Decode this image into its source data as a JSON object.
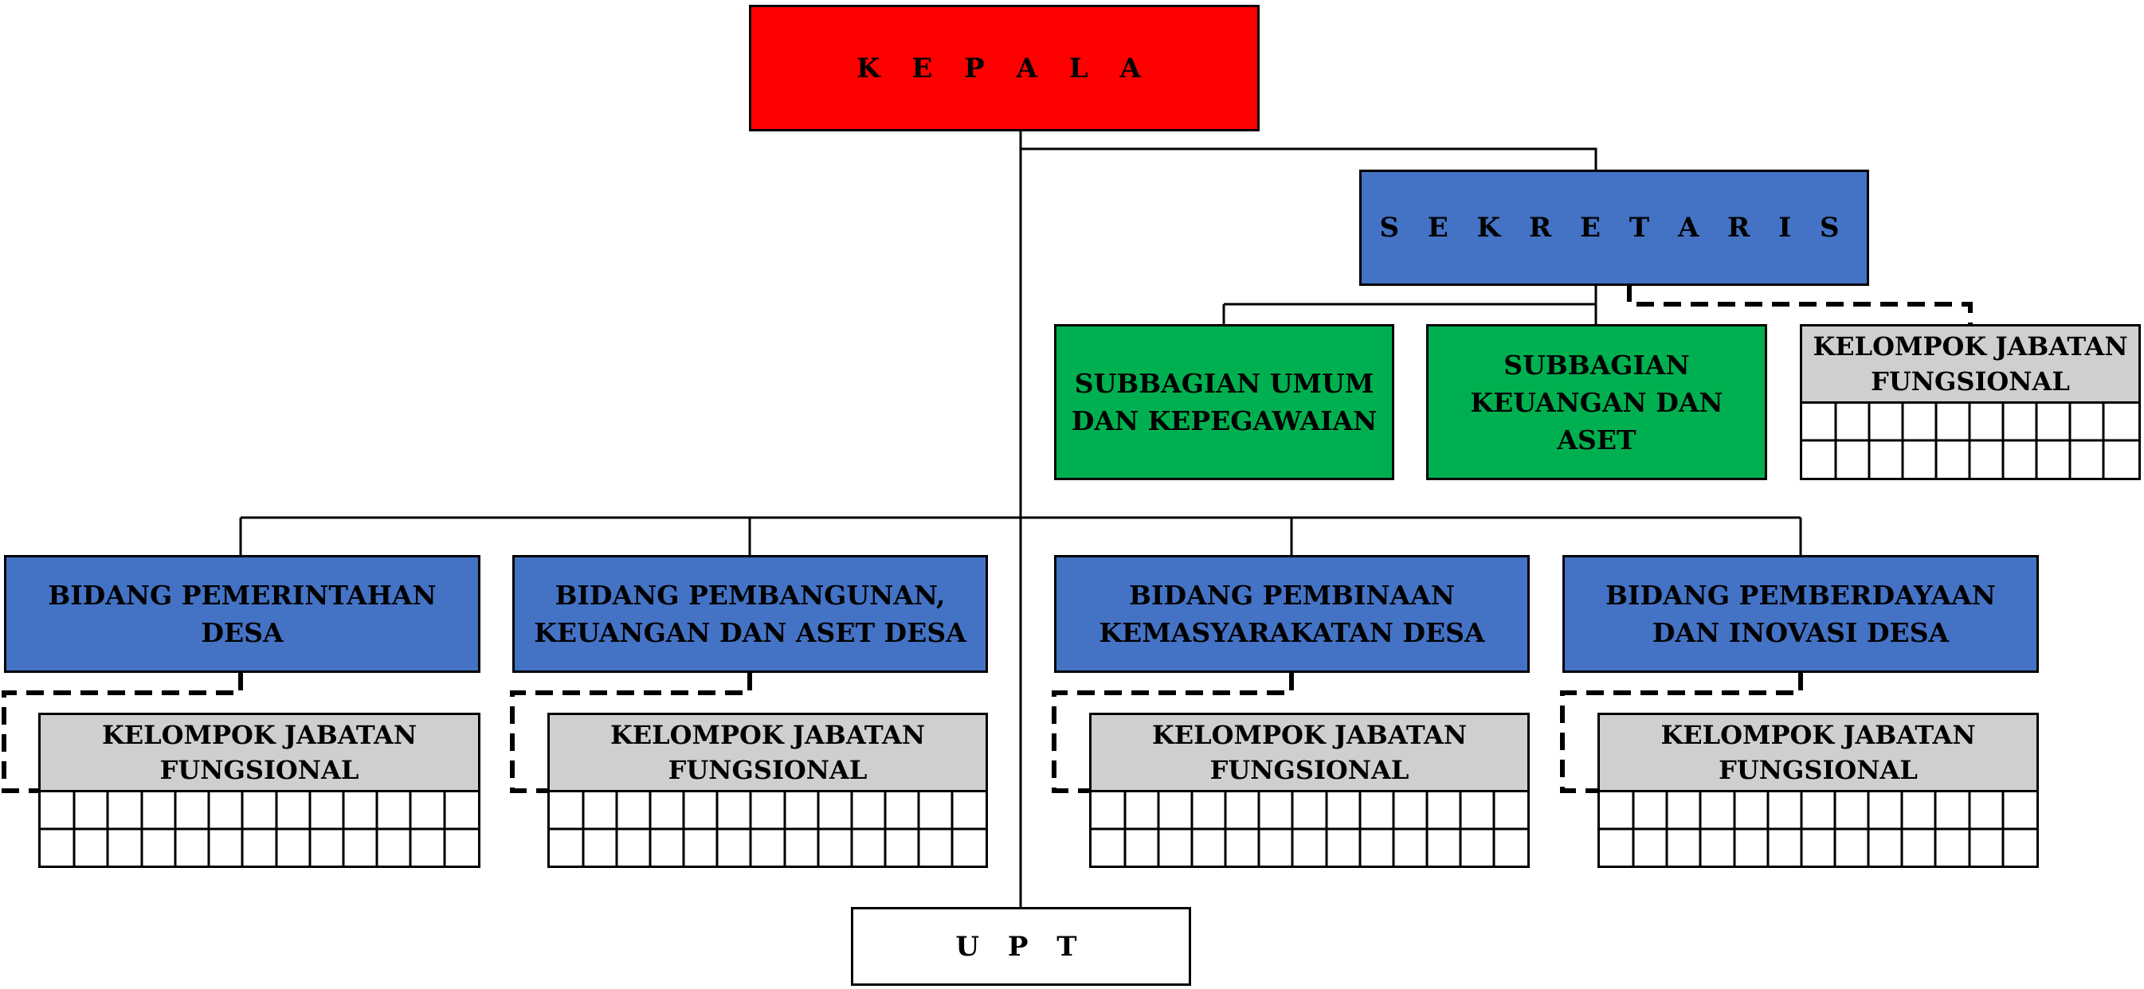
{
  "org": {
    "kepala": "K E P A L A",
    "sekretaris": "S E K R E T A R I S",
    "subbagian_umum": "SUBBAGIAN UMUM DAN KEPEGAWAIAN",
    "subbagian_keuangan": "SUBBAGIAN KEUANGAN DAN ASET",
    "kelompok_sekretariat": "KELOMPOK JABATAN FUNGSIONAL",
    "bidang": [
      {
        "label": "BIDANG PEMERINTAHAN DESA",
        "kelompok": "KELOMPOK JABATAN FUNGSIONAL"
      },
      {
        "label": "BIDANG PEMBANGUNAN, KEUANGAN DAN ASET DESA",
        "kelompok": "KELOMPOK JABATAN FUNGSIONAL"
      },
      {
        "label": "BIDANG PEMBINAAN KEMASYARAKATAN DESA",
        "kelompok": "KELOMPOK JABATAN FUNGSIONAL"
      },
      {
        "label": "BIDANG PEMBERDAYAAN DAN INOVASI DESA",
        "kelompok": "KELOMPOK JABATAN FUNGSIONAL"
      }
    ],
    "upt": "U P T"
  },
  "colors": {
    "head": "#ff0000",
    "blue": "#4472c4",
    "green": "#00b050",
    "gray": "#d0cece"
  }
}
